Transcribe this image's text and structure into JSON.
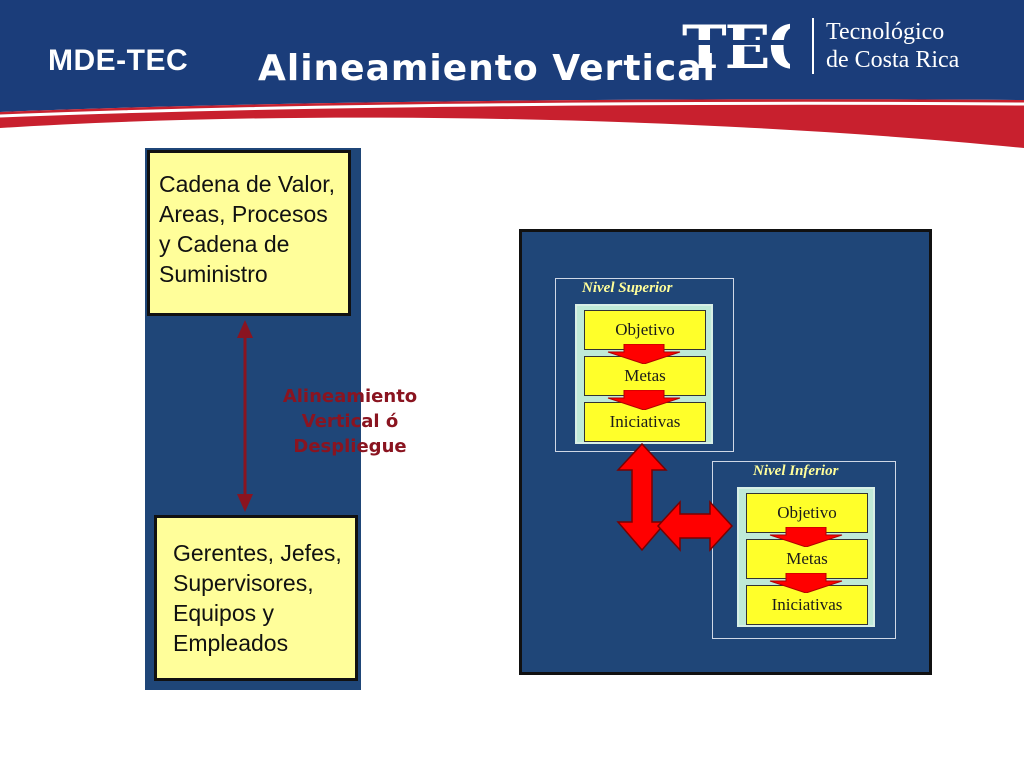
{
  "header": {
    "brand": "MDE-TEC",
    "title": "Alineamiento Vertical",
    "logo_text": "TEC",
    "institution_line1": "Tecnológico",
    "institution_line2": "de Costa Rica"
  },
  "colors": {
    "banner_navy": "#1b3d7a",
    "banner_red": "#c8202e",
    "diagram_blue": "#1f4678",
    "box_yellow": "#fffe9a",
    "cell_yellow": "#ffff2a",
    "arrow_red": "#ff0000",
    "arrow_dark_red": "#8a1420",
    "label_red": "#8a1420"
  },
  "left_diagram": {
    "top_box": [
      "Cadena de Valor,",
      "Areas, Procesos",
      "y Cadena de",
      "Suministro"
    ],
    "bottom_box": [
      "Gerentes, Jefes,",
      "Supervisores,",
      "Equipos y",
      "Empleados"
    ],
    "label": [
      "Alineamiento",
      "Vertical ó",
      "Despliegue"
    ]
  },
  "right_diagram": {
    "upper_level": {
      "title": "Nivel Superior",
      "items": [
        "Objetivo",
        "Metas",
        "Iniciativas"
      ]
    },
    "lower_level": {
      "title": "Nivel Inferior",
      "items": [
        "Objetivo",
        "Metas",
        "Iniciativas"
      ]
    }
  }
}
